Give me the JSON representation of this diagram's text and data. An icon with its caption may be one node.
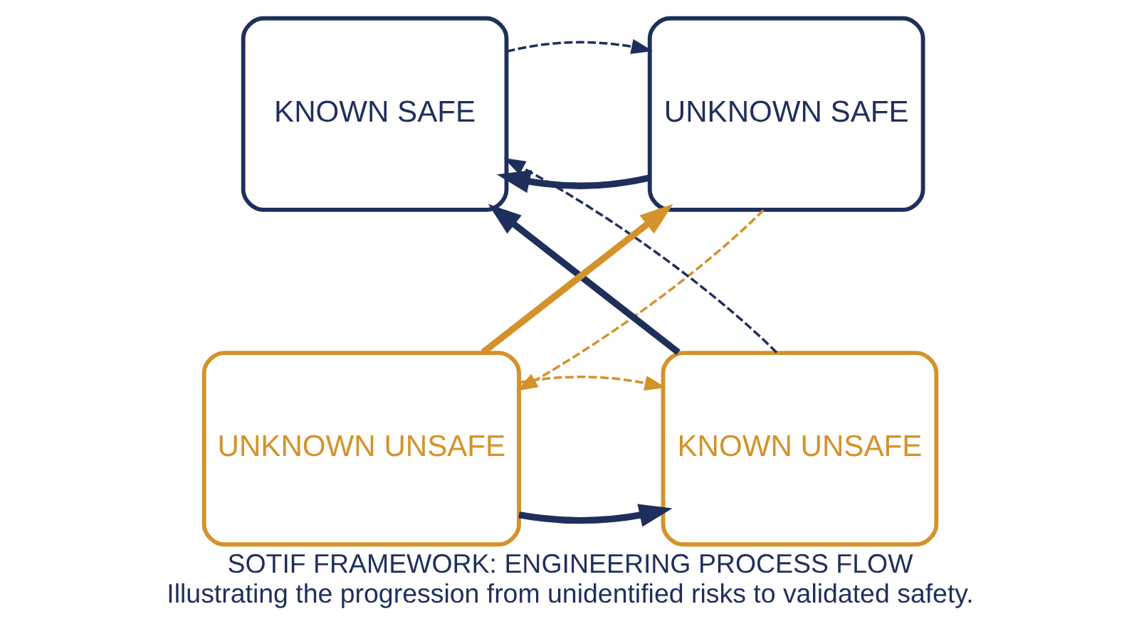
{
  "diagram": {
    "title": "SOTIF FRAMEWORK: ENGINEERING PROCESS FLOW",
    "caption": "Illustrating the progression from unidentified risks to validated safety.",
    "nodes": [
      {
        "text": [
          "KNOWN SAFE"
        ]
      },
      {
        "text": [
          "UNKNOWN SAFE"
        ]
      },
      {
        "text": [
          "KNOWN UNSAFE"
        ]
      },
      {
        "text": [
          "UNKNOWN UNSAFE"
        ]
      }
    ],
    "edges": [
      {
        "from": 1,
        "to": 0,
        "arrow": "to",
        "style": "thick"
      },
      {
        "from": 3,
        "to": 1,
        "arrow": "to",
        "style": "thick",
        "color": "#d4922a"
      },
      {
        "from": 3,
        "to": 2,
        "arrow": "to",
        "style": "thick"
      },
      {
        "from": 2,
        "to": 0,
        "arrow": "to",
        "style": "thick"
      },
      {
        "from": 0,
        "to": 1,
        "arrow": "to",
        "style": "dashed"
      },
      {
        "from": 1,
        "to": 3,
        "arrow": "to",
        "style": "dashed",
        "color": "#d4922a"
      },
      {
        "from": 3,
        "to": 2,
        "arrow": "to",
        "style": "dashed",
        "color": "#d4922a"
      },
      {
        "from": 2,
        "to": 0,
        "arrow": "to",
        "style": "dashed"
      }
    ]
  }
}
